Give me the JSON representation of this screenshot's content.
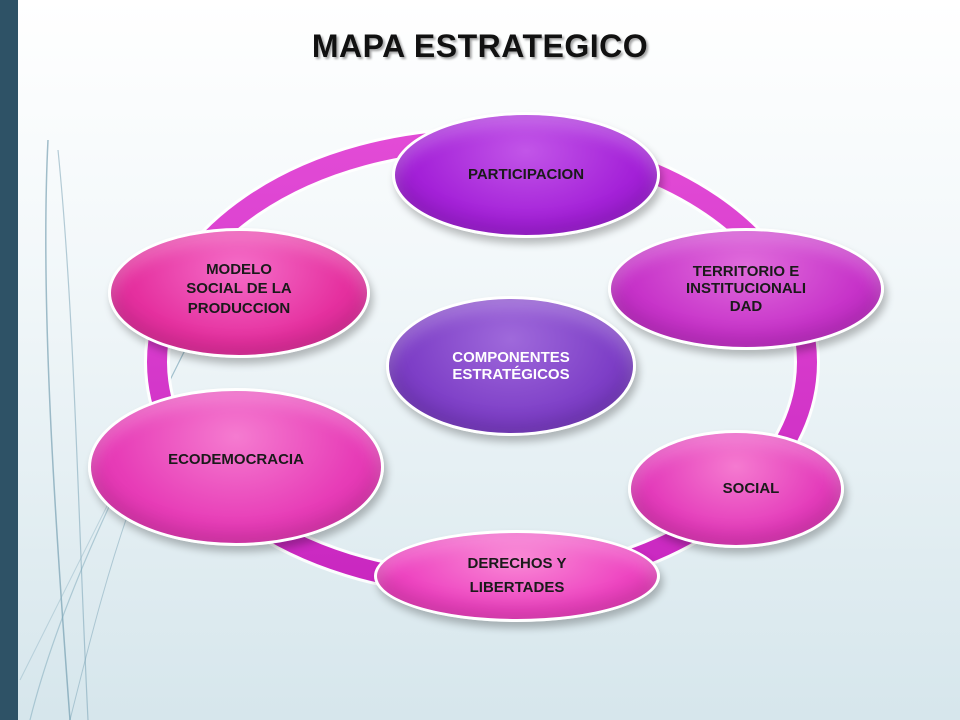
{
  "title": "MAPA ESTRATEGICO",
  "center": {
    "lines": [
      "COMPONENTES",
      "ESTRATÉGICOS"
    ]
  },
  "nodes": {
    "participacion": {
      "lines": [
        "PARTICIPACION"
      ]
    },
    "territorio": {
      "lines": [
        "TERRITORIO E",
        "INSTITUCIONALI",
        "DAD"
      ]
    },
    "social": {
      "lines": [
        "SOCIAL"
      ]
    },
    "derechos": {
      "lines": [
        "DERECHOS Y",
        "LIBERTADES"
      ]
    },
    "ecodemocracia": {
      "lines": [
        "ECODEMOCRACIA"
      ]
    },
    "modelo": {
      "lines": [
        "MODELO",
        "SOCIAL DE LA",
        "PRODUCCION"
      ]
    }
  },
  "colors": {
    "ring": "#d23fd0",
    "center": "#7e3fc7",
    "sidebar": "#2e5266"
  }
}
